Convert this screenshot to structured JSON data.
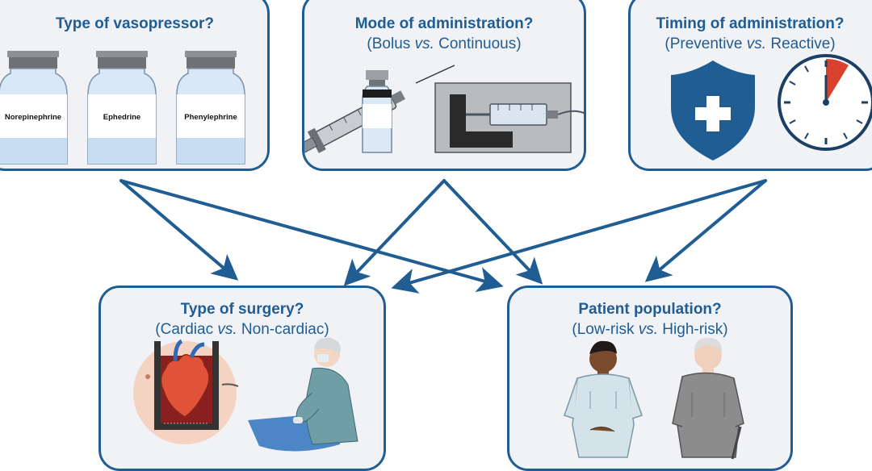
{
  "colors": {
    "accent": "#1f5d93",
    "box_fill": "#f1f2f6",
    "arrow": "#1f5d93"
  },
  "type_box": {
    "title": "Type of vasopressor?",
    "vials": [
      "Norepinephrine",
      "Ephedrine",
      "Phenylephrine"
    ]
  },
  "mode_box": {
    "title": "Mode of administration?",
    "sub_a": "(Bolus ",
    "sub_vs": "vs.",
    "sub_b": " Continuous)",
    "icons": [
      "syringe-vial-icon",
      "syringe-pump-icon"
    ]
  },
  "timing_box": {
    "title": "Timing of administration?",
    "sub_a": "(Preventive ",
    "sub_vs": "vs.",
    "sub_b": " Reactive)",
    "icons": [
      "shield-cross-icon",
      "clock-icon"
    ]
  },
  "surgery_box": {
    "title": "Type of surgery?",
    "sub_a": "(Cardiac ",
    "sub_vs": "vs.",
    "sub_b": " Non-cardiac)",
    "icons": [
      "open-heart-icon",
      "surgeon-icon"
    ]
  },
  "patient_box": {
    "title": "Patient population?",
    "sub_a": "(Low-risk ",
    "sub_vs": "vs.",
    "sub_b": " High-risk)",
    "icons": [
      "young-patient-icon",
      "elderly-patient-icon"
    ]
  }
}
